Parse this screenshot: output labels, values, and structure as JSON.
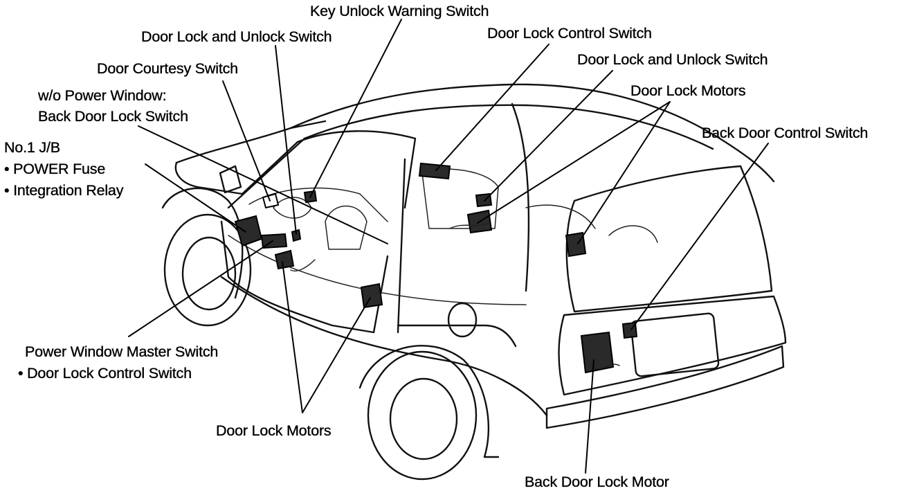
{
  "labels": {
    "key_unlock_warning_switch": "Key Unlock Warning Switch",
    "door_lock_unlock_switch_left": "Door Lock and Unlock Switch",
    "door_lock_control_switch": "Door Lock Control Switch",
    "door_lock_unlock_switch_right": "Door Lock and Unlock Switch",
    "door_courtesy_switch": "Door Courtesy Switch",
    "door_lock_motors_top": "Door Lock Motors",
    "wo_power_window": "w/o Power Window:",
    "back_door_lock_switch": "Back Door Lock Switch",
    "back_door_control_switch": "Back Door Control Switch",
    "no1_jb": "No.1 J/B",
    "power_fuse": "• POWER Fuse",
    "integration_relay": "• Integration Relay",
    "power_window_master_switch": "Power Window Master Switch",
    "door_lock_control_switch_sub": "• Door Lock Control Switch",
    "door_lock_motors_bottom": "Door Lock Motors",
    "back_door_lock_motor": "Back Door Lock Motor"
  }
}
